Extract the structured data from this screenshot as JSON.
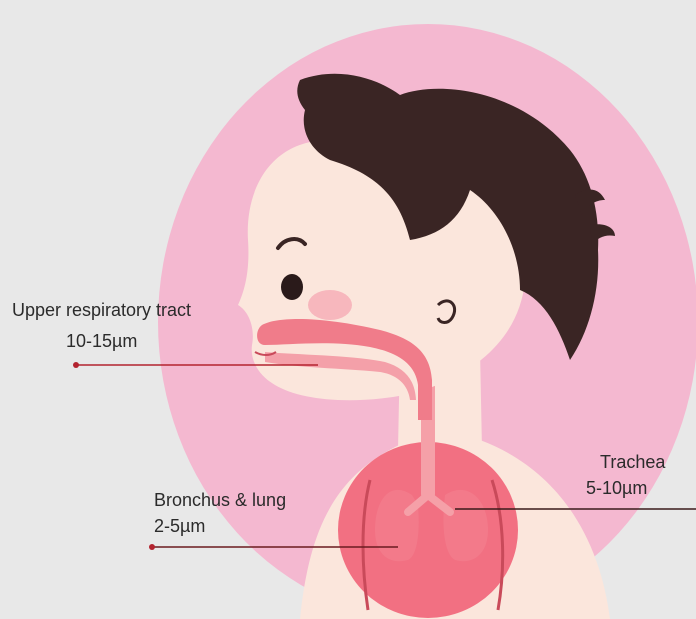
{
  "colors": {
    "background": "#e8e8e8",
    "circle": "#f4b8d0",
    "skin": "#fbe6dc",
    "hair": "#3a2524",
    "airway": "#f07c8a",
    "lungs_glow": "#f05a72",
    "pointer": "#b3232f"
  },
  "labels": {
    "upper": {
      "title": "Upper respiratory tract",
      "size": "10-15µm"
    },
    "bronchus": {
      "title": "Bronchus & lung",
      "size": "2-5µm"
    },
    "trachea": {
      "title": "Trachea",
      "size": "5-10µm"
    }
  }
}
